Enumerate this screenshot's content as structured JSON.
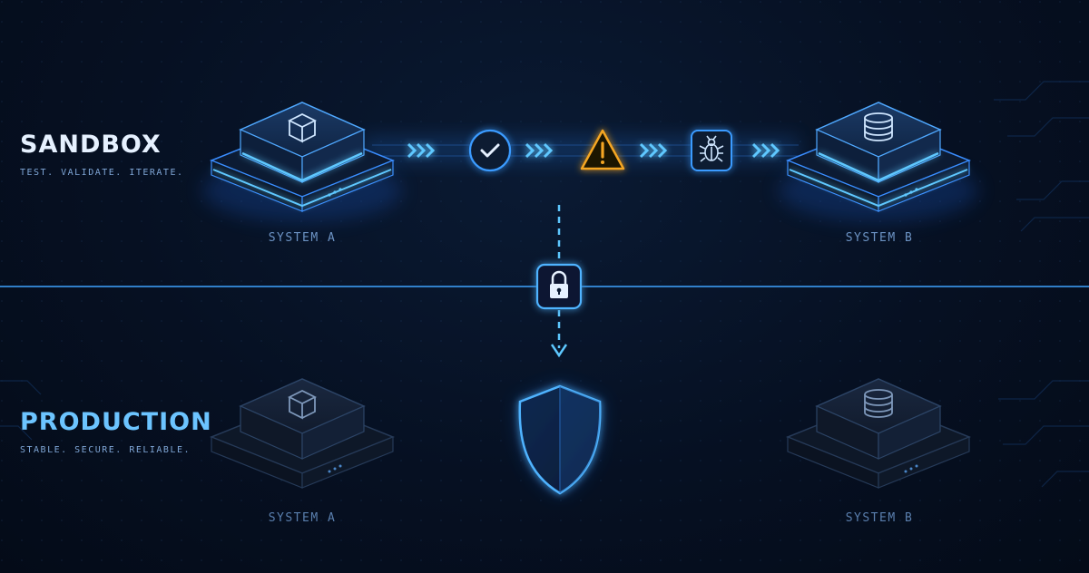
{
  "colors": {
    "background": "#061022",
    "accent": "#3fa3ff",
    "accent_glow": "#5ec8ff",
    "warning": "#f5a623",
    "sandbox_title": "#e6f1ff",
    "production_title": "#6cc4ff",
    "subtitle": "#7fa6d6",
    "system_label": "#6c93c4",
    "system_label_dim": "#5a7fae"
  },
  "sandbox": {
    "title": "SANDBOX",
    "subtitle": "TEST. VALIDATE. ITERATE.",
    "system_a": {
      "label": "SYSTEM A",
      "icon": "cube-icon"
    },
    "system_b": {
      "label": "SYSTEM B",
      "icon": "database-icon"
    },
    "pipeline": [
      {
        "icon": "chevrons-icon"
      },
      {
        "icon": "check-circle-icon",
        "status": "passed"
      },
      {
        "icon": "chevrons-icon"
      },
      {
        "icon": "warning-icon",
        "status": "warning"
      },
      {
        "icon": "chevrons-icon"
      },
      {
        "icon": "bug-icon",
        "status": "bug"
      },
      {
        "icon": "chevrons-icon"
      }
    ]
  },
  "gate": {
    "icon": "lock-icon"
  },
  "production": {
    "title": "PRODUCTION",
    "subtitle": "STABLE. SECURE. RELIABLE.",
    "system_a": {
      "label": "SYSTEM A",
      "icon": "cube-icon"
    },
    "system_b": {
      "label": "SYSTEM B",
      "icon": "database-icon"
    },
    "protection": {
      "icon": "shield-icon"
    }
  }
}
